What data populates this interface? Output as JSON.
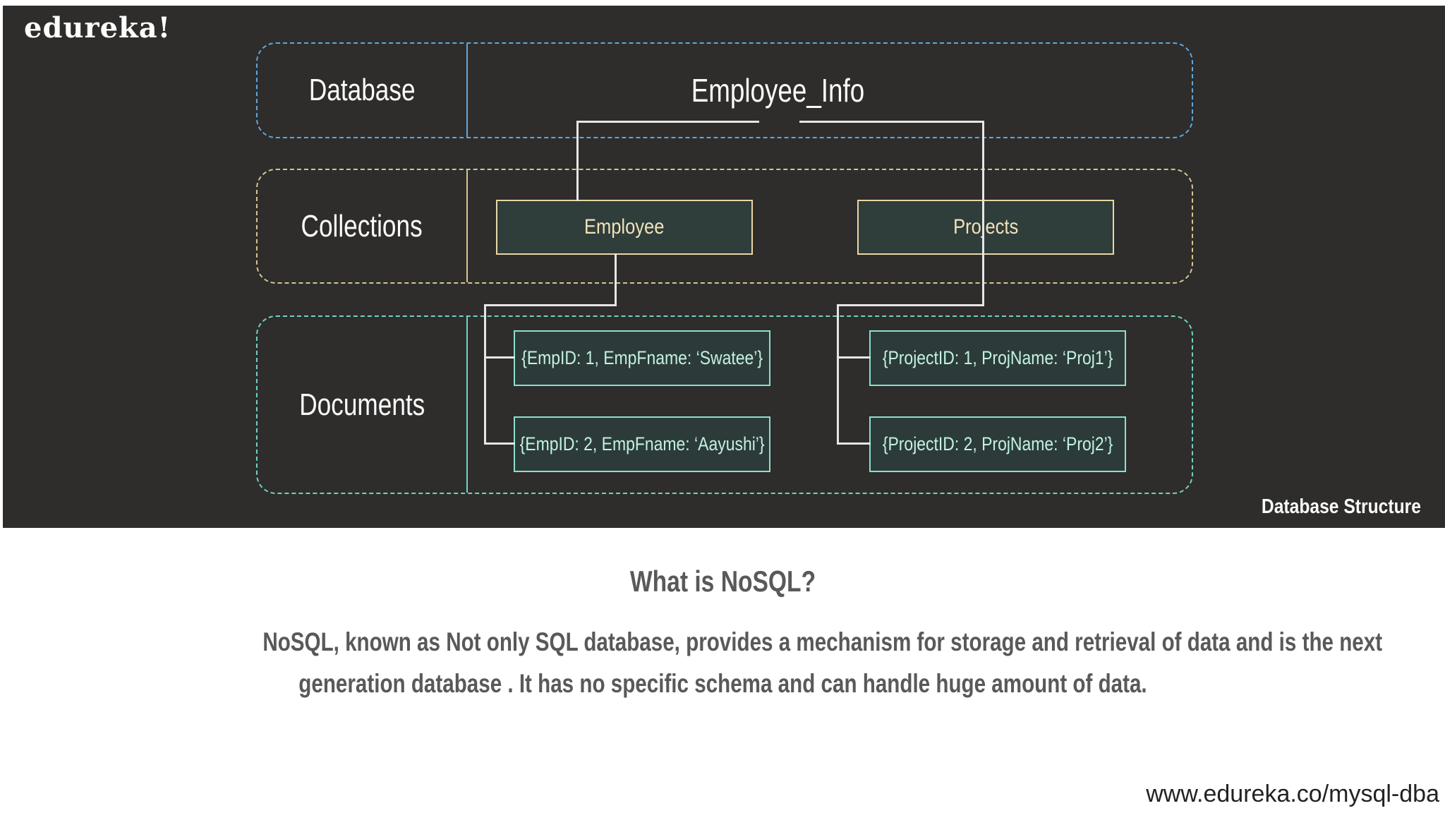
{
  "brand": {
    "logo": "edureka!"
  },
  "diagram": {
    "caption": "Database Structure",
    "rows": [
      {
        "label": "Database"
      },
      {
        "label": "Collections"
      },
      {
        "label": "Documents"
      }
    ],
    "database_name": "Employee_Info",
    "collections": [
      {
        "name": "Employee"
      },
      {
        "name": "Projects"
      }
    ],
    "documents": [
      {
        "text": "{EmpID: 1, EmpFname: ‘Swatee’}"
      },
      {
        "text": "{EmpID: 2, EmpFname: ‘Aayushi’}"
      },
      {
        "text": "{ProjectID: 1, ProjName: ‘Proj1’}"
      },
      {
        "text": "{ProjectID: 2, ProjName: ‘Proj2’}"
      }
    ],
    "colors": {
      "panel_background": "#2e2d2c",
      "database_row_border": "#5fa8dc",
      "collections_row_border": "#d8c48e",
      "documents_row_border": "#6fd4be",
      "collection_box_fill": "#2f3d3b",
      "collection_box_border": "#ead6a6",
      "collection_box_text": "#f1e2bb",
      "document_box_fill": "#2c3b39",
      "document_box_border": "#8ce0cc",
      "document_box_text": "#c2f1e2",
      "connector": "#e6e6e6",
      "body_text": "#595959"
    }
  },
  "content": {
    "heading": "What is NoSQL?",
    "paragraph_lines": [
      "NoSQL, known as Not only SQL database, provides a mechanism for storage and retrieval of data and is the next",
      "generation database . It has no specific schema and can handle huge amount of data."
    ]
  },
  "footer": {
    "url": "www.edureka.co/mysql-dba"
  }
}
